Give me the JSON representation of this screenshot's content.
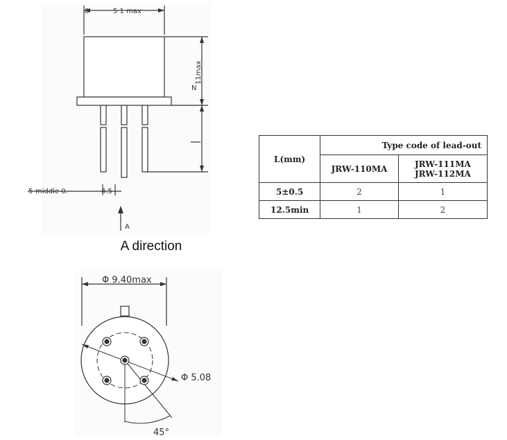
{
  "side_view": {
    "top_width_label": "5 1 max",
    "corner_mark": "8",
    "height_label": "11max",
    "n_label": "N",
    "pin_label_left": "5-middle 0.",
    "pin_spacing_label": "4.5",
    "arrow_label": "A"
  },
  "caption": "A direction",
  "bottom_view": {
    "diameter_label": "Φ 9.40max",
    "pin_circle_label": "Φ 5.08",
    "angle_label": "45°"
  },
  "table": {
    "col_l_header": "L(mm)",
    "group_header": "Type code of lead-out",
    "sub_header_1": "JRW-110MA",
    "sub_header_2a": "JRW-111MA",
    "sub_header_2b": "JRW-112MA",
    "rows": [
      {
        "l": "5±0.5",
        "v1": "2",
        "v2": "1"
      },
      {
        "l": "12.5min",
        "v1": "1",
        "v2": "2"
      }
    ]
  },
  "colors": {
    "line": "#333333",
    "shade": "#f4f4f4"
  }
}
